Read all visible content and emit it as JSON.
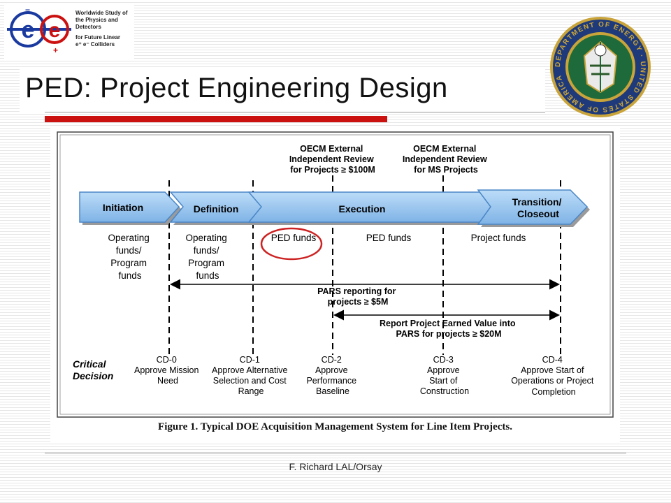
{
  "header": {
    "logo_mark": "e e",
    "logo_lines": [
      "Worldwide Study of",
      "the Physics and Detectors",
      "",
      "for Future Linear",
      "e⁺ e⁻ Colliders"
    ],
    "title": "PED: Project Engineering Design",
    "seal_text": "DEPARTMENT OF ENERGY · UNITED STATES OF AMERICA"
  },
  "diagram": {
    "reviews": [
      {
        "lines": [
          "OECM External",
          "Independent Review",
          "for Projects ≥ $100M"
        ]
      },
      {
        "lines": [
          "OECM External",
          "Independent Review",
          "for MS Projects"
        ]
      }
    ],
    "phases": [
      "Initiation",
      "Definition",
      "Execution",
      "Transition/",
      "Closeout"
    ],
    "funds": [
      {
        "lines": [
          "Operating",
          "funds/",
          "Program",
          "funds"
        ]
      },
      {
        "lines": [
          "Operating",
          "funds/",
          "Program",
          "funds"
        ]
      },
      {
        "lines": [
          "PED funds"
        ]
      },
      {
        "lines": [
          "PED funds"
        ]
      },
      {
        "lines": [
          "Project funds"
        ]
      }
    ],
    "pars_reporting": [
      "PARS reporting for",
      "projects ≥ $5M"
    ],
    "earned_value": [
      "Report Project Earned Value into",
      "PARS for projects ≥ $20M"
    ],
    "critical_decision": [
      "Critical",
      "Decision"
    ],
    "decisions": [
      {
        "lines": [
          "CD-0",
          "Approve Mission",
          "Need"
        ]
      },
      {
        "lines": [
          "CD-1",
          "Approve Alternative",
          "Selection and Cost",
          "Range"
        ]
      },
      {
        "lines": [
          "CD-2",
          "Approve",
          "Performance",
          "Baseline"
        ]
      },
      {
        "lines": [
          "CD-3",
          "Approve",
          "Start of",
          "Construction"
        ]
      },
      {
        "lines": [
          "CD-4",
          "Approve Start of",
          "Operations or Project",
          "Completion"
        ]
      }
    ],
    "caption": "Figure 1.  Typical DOE Acquisition Management System for Line Item Projects.",
    "colors": {
      "arrow_fill": "#9cc8f2",
      "arrow_stroke": "#4a86c6",
      "highlight": "#cc2222"
    }
  },
  "footer": {
    "text": "F. Richard LAL/Orsay"
  }
}
